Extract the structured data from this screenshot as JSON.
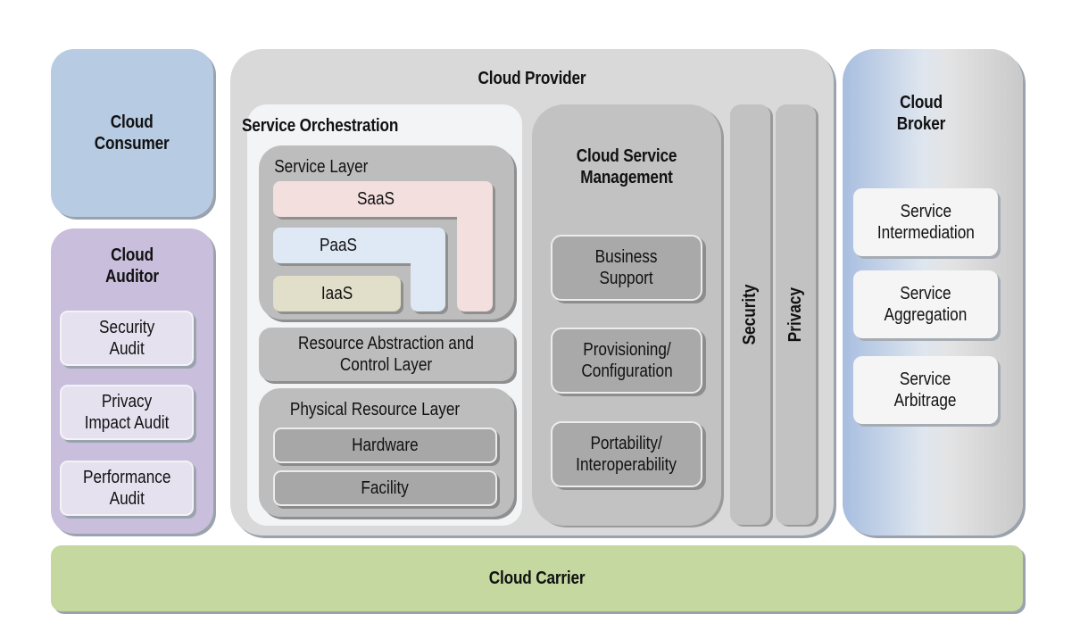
{
  "consumer": {
    "title": "Cloud\nConsumer"
  },
  "auditor": {
    "title": "Cloud\nAuditor",
    "items": [
      "Security\nAudit",
      "Privacy\nImpact Audit",
      "Performance\nAudit"
    ]
  },
  "provider": {
    "title": "Cloud Provider",
    "orchestration": {
      "title": "Service Orchestration",
      "service_layer": {
        "title": "Service Layer",
        "saas": "SaaS",
        "paas": "PaaS",
        "iaas": "IaaS"
      },
      "resource_abstraction": "Resource Abstraction and\nControl Layer",
      "physical": {
        "title": "Physical Resource Layer",
        "items": [
          "Hardware",
          "Facility"
        ]
      }
    },
    "management": {
      "title": "Cloud Service\nManagement",
      "items": [
        "Business\nSupport",
        "Provisioning/\nConfiguration",
        "Portability/\nInteroperability"
      ]
    },
    "security": "Security",
    "privacy": "Privacy"
  },
  "broker": {
    "title": "Cloud\nBroker",
    "items": [
      "Service\nIntermediation",
      "Service\nAggregation",
      "Service\nArbitrage"
    ]
  },
  "carrier": {
    "title": "Cloud Carrier"
  },
  "colors": {
    "consumer": "#b7cbe3",
    "auditor": "#c9bedc",
    "provider": "#d9d9d9",
    "broker": "#a8bee0",
    "carrier": "#c4d8a0",
    "saas": "#f4dfdf",
    "paas": "#dfe9f5",
    "iaas": "#e1dfc9"
  }
}
